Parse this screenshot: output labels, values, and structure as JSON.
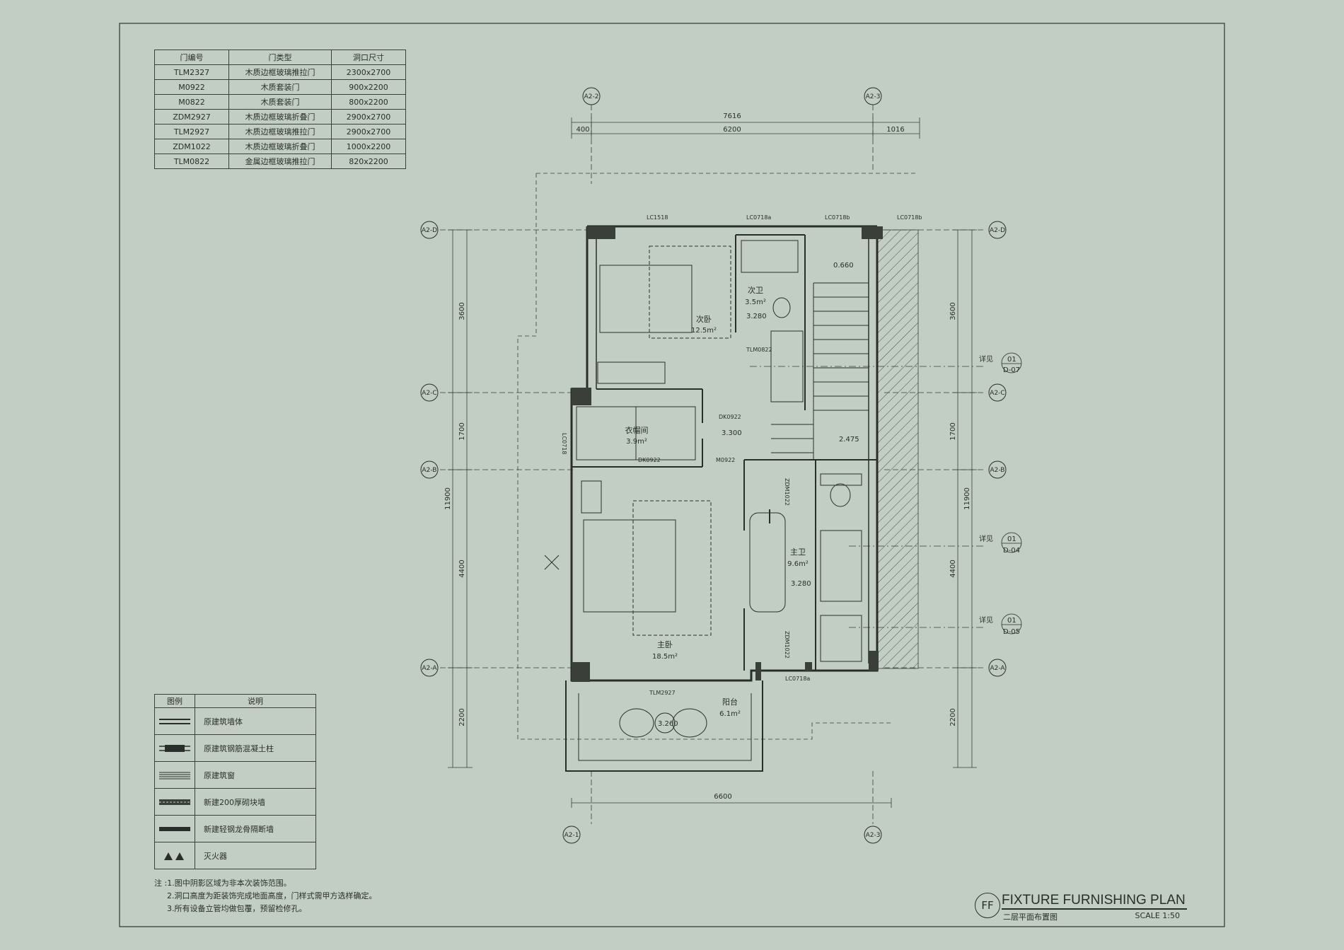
{
  "door_table": {
    "headers": [
      "门编号",
      "门类型",
      "洞口尺寸"
    ],
    "rows": [
      [
        "TLM2327",
        "木质边框玻璃推拉门",
        "2300x2700"
      ],
      [
        "M0922",
        "木质套装门",
        "900x2200"
      ],
      [
        "M0822",
        "木质套装门",
        "800x2200"
      ],
      [
        "ZDM2927",
        "木质边框玻璃折叠门",
        "2900x2700"
      ],
      [
        "TLM2927",
        "木质边框玻璃推拉门",
        "2900x2700"
      ],
      [
        "ZDM1022",
        "木质边框玻璃折叠门",
        "1000x2200"
      ],
      [
        "TLM0822",
        "金属边框玻璃推拉门",
        "820x2200"
      ]
    ]
  },
  "legend": {
    "headers": [
      "图例",
      "说明"
    ],
    "items": [
      {
        "symbol": "double-line",
        "label": "原建筑墙体"
      },
      {
        "symbol": "column",
        "label": "原建筑钢筋混凝土柱"
      },
      {
        "symbol": "window",
        "label": "原建筑窗"
      },
      {
        "symbol": "block-wall",
        "label": "新建200厚砌块墙"
      },
      {
        "symbol": "light-steel-wall",
        "label": "新建轻钢龙骨隔断墙"
      },
      {
        "symbol": "extinguisher",
        "label": "灭火器"
      }
    ]
  },
  "notes": [
    "注 :1.图中阴影区域为非本次装饰范围。",
    "2.洞口高度为距装饰完成地面高度，门样式需甲方选样确定。",
    "3.所有设备立管均做包覆，预留检修孔。"
  ],
  "title_block": {
    "code": "FF",
    "title": "FIXTURE FURNISHING PLAN",
    "subtitle": "二层平面布置图",
    "scale": "SCALE 1:50"
  },
  "grid_bubbles": {
    "top": [
      "A2-2",
      "A2-3"
    ],
    "bottom": [
      "A2-1",
      "A2-3"
    ],
    "left": [
      "A2-D",
      "A2-C",
      "A2-B",
      "A2-A"
    ],
    "right": [
      "A2-D",
      "A2-C",
      "A2-B",
      "A2-A"
    ]
  },
  "dimensions": {
    "top_total": "7616",
    "top_segments": [
      "400",
      "6200",
      "1016"
    ],
    "bottom_total": "6600",
    "left_total": "11900",
    "left_segments": [
      "3600",
      "1700",
      "4400",
      "2200"
    ],
    "right_total": "11900",
    "right_segments": [
      "3600",
      "1700",
      "4400",
      "2200"
    ]
  },
  "rooms": [
    {
      "name": "次卧",
      "area": "12.5m²"
    },
    {
      "name": "次卫",
      "area": "3.5m²"
    },
    {
      "name": "衣帽间",
      "area": "3.9m²"
    },
    {
      "name": "主卧",
      "area": "18.5m²"
    },
    {
      "name": "主卫",
      "area": "9.6m²"
    },
    {
      "name": "阳台",
      "area": "6.1m²"
    }
  ],
  "elevations": [
    "0.660",
    "3.280",
    "3.300",
    "2.475",
    "3.280",
    "3.260"
  ],
  "opening_labels": [
    "LC1518",
    "LC0718a",
    "LC0718b",
    "LC0718b",
    "TLM0822",
    "DK0922",
    "DK0922",
    "M0922",
    "LC0718",
    "ZDM1022",
    "ZDM1022",
    "LC0718a",
    "TLM2927"
  ],
  "detail_refs": [
    {
      "label": "详见",
      "num": "01",
      "sheet": "D-07"
    },
    {
      "label": "详见",
      "num": "01",
      "sheet": "D-04"
    },
    {
      "label": "详见",
      "num": "01",
      "sheet": "D-05"
    }
  ]
}
